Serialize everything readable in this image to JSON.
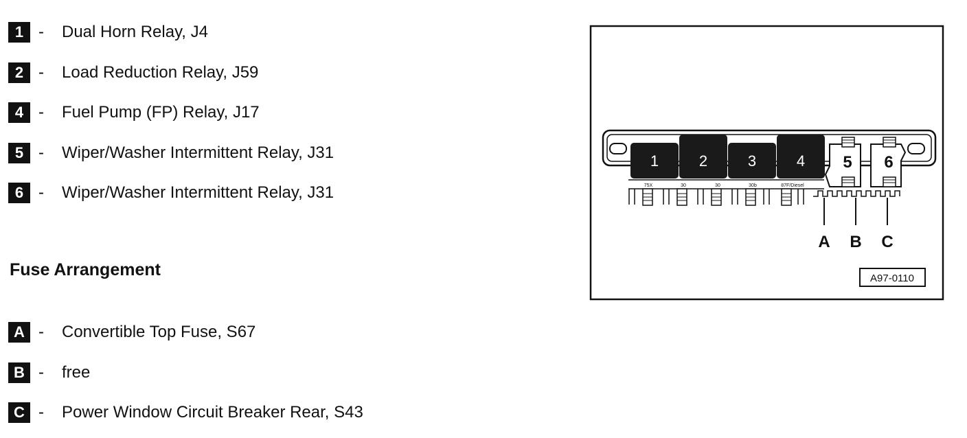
{
  "relays": [
    {
      "badge": "1",
      "dash": "-",
      "text": "Dual Horn Relay, J4"
    },
    {
      "badge": "2",
      "dash": "-",
      "text": "Load Reduction Relay, J59"
    },
    {
      "badge": "4",
      "dash": "-",
      "text": "Fuel Pump (FP) Relay, J17"
    },
    {
      "badge": "5",
      "dash": "-",
      "text": "Wiper/Washer Intermittent Relay, J31"
    },
    {
      "badge": "6",
      "dash": "-",
      "text": "Wiper/Washer Intermittent Relay, J31"
    }
  ],
  "fuse_heading": "Fuse Arrangement",
  "fuses": [
    {
      "badge": "A",
      "dash": "-",
      "text": "Convertible Top Fuse, S67"
    },
    {
      "badge": "B",
      "dash": "-",
      "text": "free"
    },
    {
      "badge": "C",
      "dash": "-",
      "text": "Power Window Circuit Breaker Rear, S43"
    }
  ],
  "diagram": {
    "relay_labels": [
      "1",
      "2",
      "3",
      "4"
    ],
    "small_relay_labels": [
      "5",
      "6"
    ],
    "terminal_labels": [
      "75X",
      "30",
      "30",
      "30b",
      "87F/Diesel"
    ],
    "fuse_labels": [
      "A",
      "B",
      "C"
    ],
    "figure_code": "A97-0110"
  }
}
